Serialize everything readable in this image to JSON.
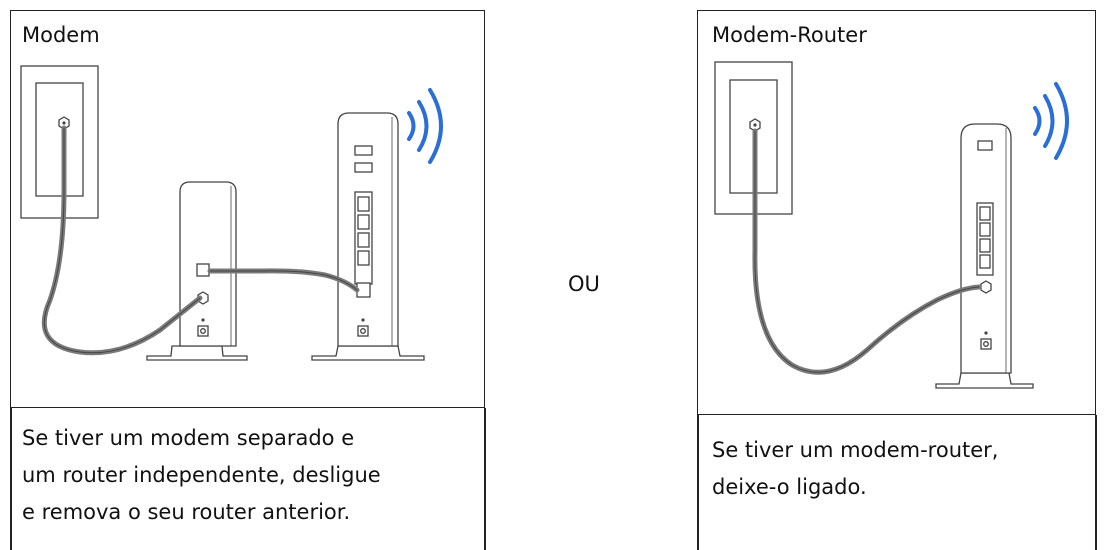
{
  "left_panel": {
    "title": "Modem",
    "caption_lines": [
      "Se tiver um modem separado e",
      "um router independente, desligue",
      "e remova o seu router anterior."
    ]
  },
  "middle": {
    "or_text": "OU"
  },
  "right_panel": {
    "title": "Modem-Router",
    "caption_lines": [
      "Se tiver um modem-router,",
      "deixe-o ligado."
    ]
  },
  "colors": {
    "line": "#222222",
    "cable": "#7a7a7a",
    "wifi": "#2b6fd6",
    "device": "#444444"
  }
}
